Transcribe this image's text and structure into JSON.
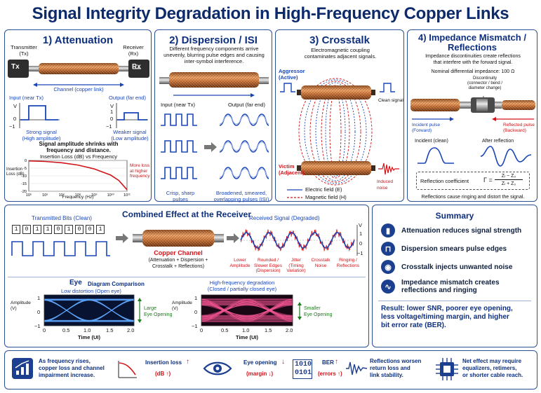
{
  "title": "Signal Integrity Degradation in High-Frequency Copper Links",
  "attenuation": {
    "title": "1) Attenuation",
    "tx_label": "Transmitter\n(Tx)",
    "rx_label": "Receiver\n(Rx)",
    "tx_box": "Tx",
    "rx_box": "Rx",
    "channel": "Channel (copper link)",
    "input_label": "Input (near Tx)",
    "output_label": "Output (far end)",
    "strong": "Strong signal\n(High amplitude)",
    "weak": "Weaker signal\n(Low amplitude)",
    "axis_v": "V",
    "tick_1": "1",
    "tick_0": "0",
    "tick_m1": "−1",
    "shrinks": "Signal amplitude shrinks with\nfrequency and distance.",
    "chart_title": "Insertion Loss (dB) vs Frequency",
    "ylabel": "Insertion\nLoss (dB)",
    "xlabel": "Frequency (Hz)",
    "more_loss": "More loss\nat higher\nfrequency",
    "chart_data": {
      "type": "line",
      "x_ticks": [
        "10⁵",
        "10⁶",
        "10⁷",
        "10⁸",
        "10⁹",
        "10¹⁰",
        "10¹¹"
      ],
      "y_ticks": [
        "0",
        "-5",
        "-10",
        "-15",
        "-20"
      ],
      "x_log10": [
        5,
        6,
        7,
        8,
        9,
        10,
        10.5,
        11
      ],
      "y": [
        -0.3,
        -0.7,
        -1.5,
        -3,
        -5.5,
        -9.5,
        -13,
        -19
      ],
      "ylim": [
        -20,
        0
      ],
      "xlim": [
        5,
        11
      ]
    }
  },
  "dispersion": {
    "title": "2) Dispersion / ISI",
    "desc": "Different frequency components arrive\nunevenly, blurring pulse edges and causing\ninter-symbol interference.",
    "input_label": "Input (near Tx)",
    "output_label": "Output (far end)",
    "crisp": "Crisp, sharp\npulses",
    "broadened": "Broadened, smeared,\noverlapping pulses (ISI)"
  },
  "crosstalk": {
    "title": "3) Crosstalk",
    "desc": "Electromagnetic coupling\ncontaminates adjacent signals.",
    "aggressor": "Aggressor\n(Active)",
    "victim": "Victim\n(Adjacent)",
    "clean": "Clean signal",
    "induced": "Induced noise",
    "efield": "Electric field (E)",
    "hfield": "Magnetic field (H)"
  },
  "impedance": {
    "title": "4) Impedance Mismatch /\nReflections",
    "desc": "Impedance discontinuities create reflections\nthat interfere with the forward signal.",
    "nominal": "Nominal differential impedance: 100 Ω",
    "discontinuity": "Discontinuity\n(connector / bend /\ndiameter change)",
    "incident_pulse": "Incident pulse\n(Forward)",
    "reflected_pulse": "Reflected pulse\n(Backward)",
    "incident_clean": "Incident (clean)",
    "after_reflection": "After reflection",
    "coef_label": "Reflection coefficient",
    "gamma": "Γ =",
    "num": "Zₗ − Z₀",
    "den": "Zₗ + Z₀",
    "footer": "Reflections cause ringing and distort the signal."
  },
  "combined": {
    "title": "Combined Effect at the Receiver",
    "transmitted": "Transmitted Bits (Clean)",
    "bits": [
      "1",
      "0",
      "1",
      "1",
      "0",
      "1",
      "0",
      "0",
      "1"
    ],
    "channel_title": "Copper Channel",
    "channel_sub": "(Attenuation + Dispersion +\nCrosstalk + Reflections)",
    "received": "Received Signal (Degraded)",
    "labels": [
      "Lower\nAmplitude",
      "Rounded /\nSlower Edges\n(Dispersion)",
      "Jitter\n(Timing\nVariation)",
      "Crosstalk\nNoise",
      "Ringing /\nReflections"
    ],
    "axis_v": "V",
    "tick_1": "1",
    "tick_0": "0",
    "tick_m1": "−1"
  },
  "eye": {
    "title_a": "Eye",
    "title_b": "Diagram Comparison",
    "low_distortion": "Low distortion (Open eye)",
    "high_freq": "High-frequency degradation\n(Closed / partially closed eye)",
    "amplitude": "Amplitude\n(V)",
    "time": "Time (UI)",
    "x_ticks": [
      "0",
      "0.5",
      "1.0",
      "1.5",
      "2.0"
    ],
    "y_ticks": [
      "1",
      "0",
      "−1"
    ],
    "large": "Large\nEye Opening",
    "smaller": "Smaller\nEye Opening"
  },
  "summary": {
    "title": "Summary",
    "items": [
      "Attenuation reduces signal strength",
      "Dispersion smears pulse edges",
      "Crosstalk injects unwanted noise",
      "Impedance mismatch creates\nreflections and ringing"
    ],
    "result": "Result:  lower SNR, poorer eye opening,\nless voltage/timing margin, and higher\nbit error rate (BER)."
  },
  "footer": {
    "f1": "As frequency rises,\ncopper loss and channel\nimpairment increase.",
    "f2a": "Insertion loss",
    "f2b": "(dB ↑)",
    "f3a": "Eye opening",
    "f3b": "(margin ↓)",
    "f4bits": "1010\n0101",
    "f4a": "BER",
    "f4b": "(errors ↑)",
    "f5": "Reflections worsen\nreturn loss and\nlink stability.",
    "f6": "Net effect may require\nequalizers, retimers,\nor shorter cable reach."
  },
  "colors": {
    "navy": "#0d2a6b",
    "accent": "#2b4f96",
    "copper": "#c8733a",
    "red": "#d0141a",
    "blue": "#1a46b8"
  }
}
